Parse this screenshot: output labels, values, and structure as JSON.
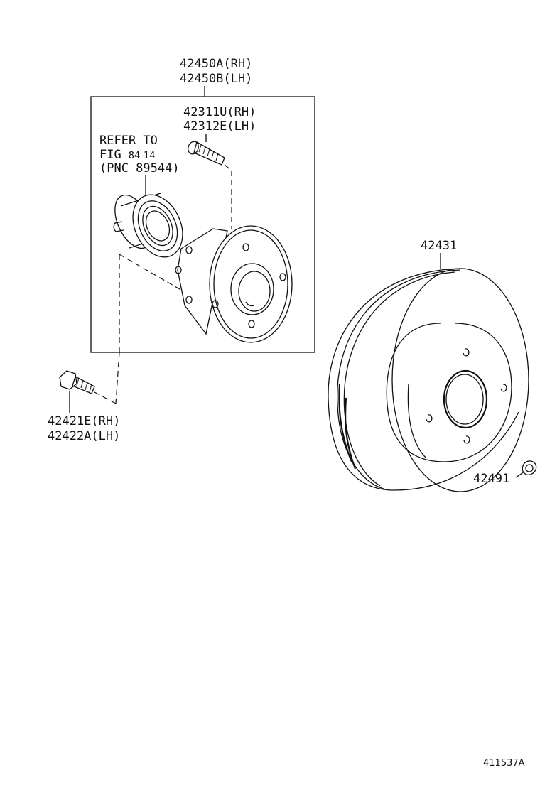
{
  "callouts": {
    "hub_assembly": {
      "line1": "42450A(RH)",
      "line2": "42450B(LH)"
    },
    "hub_bolt": {
      "line1": "42311U(RH)",
      "line2": "42312E(LH)"
    },
    "refer_note": {
      "line1": "REFER TO",
      "line2_prefix": "FIG",
      "line2_ref": "84-14",
      "line3": "(PNC 89544)"
    },
    "mount_bolt": {
      "line1": "42421E(RH)",
      "line2": "42422A(LH)"
    },
    "brake_disc": {
      "label": "42431"
    },
    "small_part": {
      "label": "42491"
    }
  },
  "figure_id": "411537A"
}
